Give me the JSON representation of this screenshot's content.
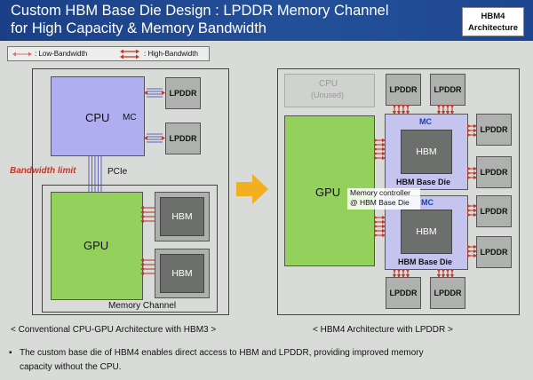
{
  "header": {
    "title_line1": "Custom HBM Base Die Design : LPDDR Memory Channel",
    "title_line2": "for High Capacity & Memory Bandwidth",
    "tag_line1": "HBM4",
    "tag_line2": "Architecture"
  },
  "legend": {
    "low": ": Low-Bandwidth",
    "high": ": High-Bandwidth"
  },
  "left": {
    "cpu": "CPU",
    "mc": "MC",
    "lpddr_top": "LPDDR",
    "lpddr_bottom": "LPDDR",
    "bandwidth_limit": "Bandwidth limit",
    "pcie": "PCIe",
    "gpu": "GPU",
    "hbm_top": "HBM",
    "hbm_bottom": "HBM",
    "memory_channel": "Memory Channel",
    "caption": "< Conventional CPU-GPU Architecture with HBM3 >"
  },
  "right": {
    "cpu": "CPU",
    "cpu_sub": "(Unused)",
    "gpu": "GPU",
    "memory_controller": "Memory controller",
    "at_base_die": "@ HBM Base Die",
    "mc_top": "MC",
    "mc_bottom": "MC",
    "hbm_top": "HBM",
    "hbm_bottom": "HBM",
    "base_die_top": "HBM Base Die",
    "base_die_bottom": "HBM Base Die",
    "lpddr_top_left": "LPDDR",
    "lpddr_top_right": "LPDDR",
    "lpddr_side_1": "LPDDR",
    "lpddr_side_2": "LPDDR",
    "lpddr_side_3": "LPDDR",
    "lpddr_side_4": "LPDDR",
    "lpddr_bottom_left": "LPDDR",
    "lpddr_bottom_right": "LPDDR",
    "caption": "< HBM4 Architecture with LPDDR >"
  },
  "footer": {
    "bullet": "▪",
    "line1": "The custom base die of HBM4 enables direct access to HBM and LPDDR, providing improved memory",
    "line2": "capacity without the CPU."
  },
  "colors": {
    "header_bg": "#1f4a93",
    "cpu_block": "#aeaef0",
    "gpu_block": "#93d15c",
    "base_die": "#c4c4ee",
    "lpddr": "#aeb1ae",
    "hbm": "#6d6f6d",
    "arrow": "#f2b01e",
    "high_bw": "#c0392b",
    "low_bw": "#d07070",
    "bandwidth_limit_text": "#c0392b"
  }
}
